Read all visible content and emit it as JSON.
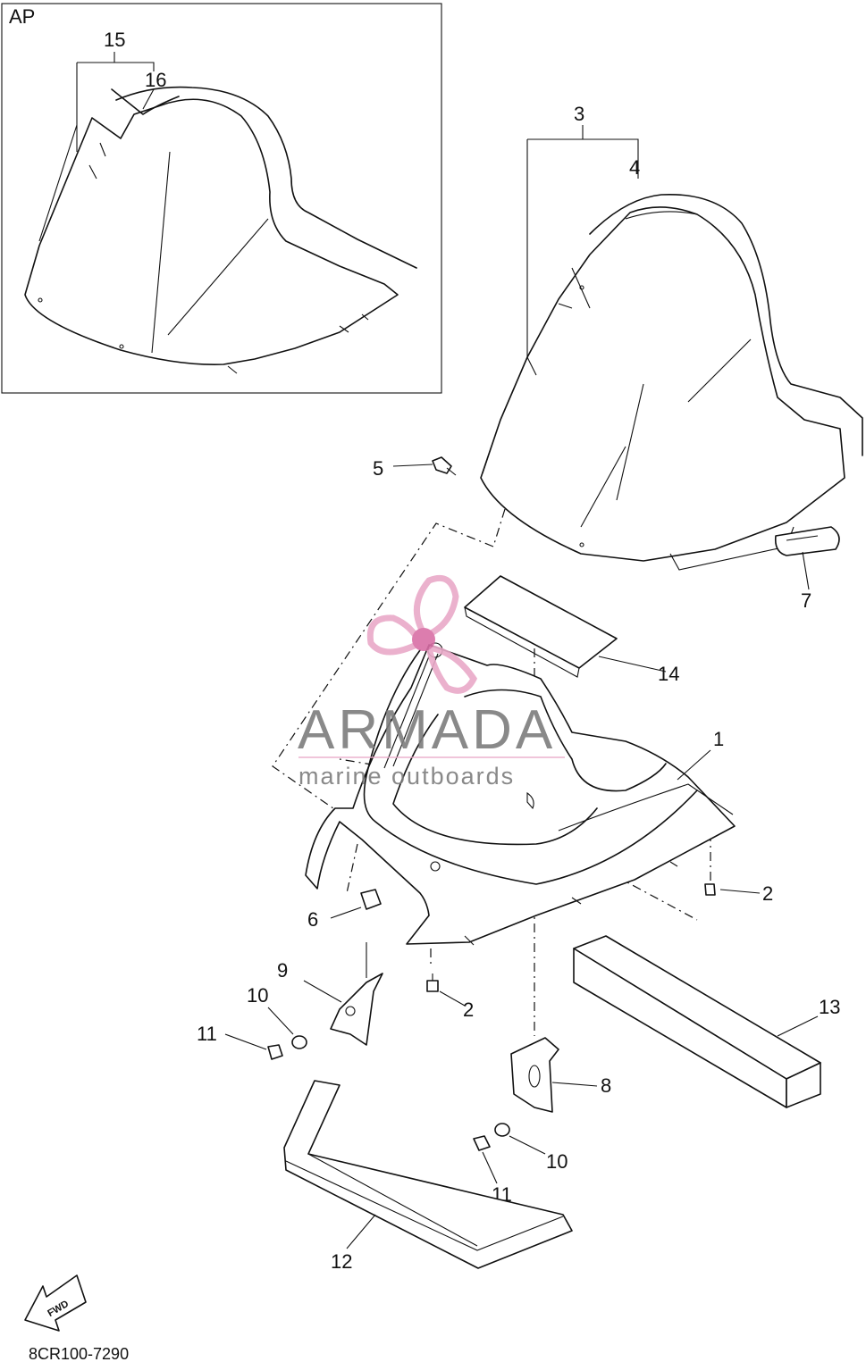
{
  "inset": {
    "label": "AP"
  },
  "callouts": {
    "c1": "1",
    "c2a": "2",
    "c2b": "2",
    "c3": "3",
    "c4": "4",
    "c5": "5",
    "c6": "6",
    "c7": "7",
    "c8": "8",
    "c9": "9",
    "c10a": "10",
    "c10b": "10",
    "c11a": "11",
    "c11b": "11",
    "c12": "12",
    "c13": "13",
    "c14": "14",
    "c15": "15",
    "c16": "16"
  },
  "arrow": {
    "label": "FWD"
  },
  "diagram_code": "8CR100-7290",
  "watermark": {
    "brand": "ARMADA",
    "tagline": "marine outboards",
    "colors": {
      "text": "#7d7d7d",
      "logo": "#e9a9c8",
      "logo_center": "#d96fa6"
    }
  }
}
